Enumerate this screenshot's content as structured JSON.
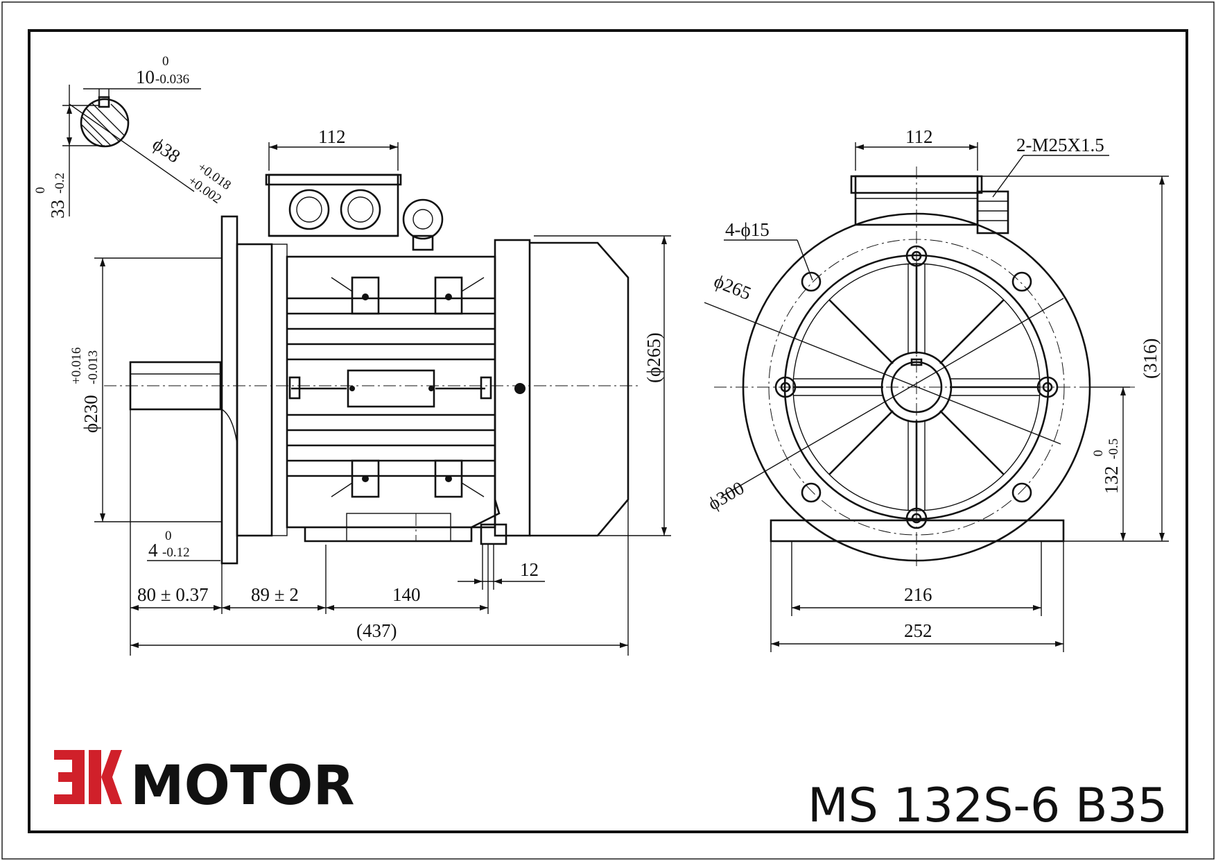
{
  "brand": {
    "name": "MOTOR",
    "logo_color": "#d0202a",
    "text_color": "#111111"
  },
  "model": "MS 132S-6 B35",
  "side_view": {
    "dims": {
      "tb_width": "112",
      "flange_dia": "ϕ230",
      "flange_tol_plus": "+0.016",
      "flange_tol_minus": "-0.013",
      "body_dia": "(ϕ265)",
      "flange_thick": "4",
      "flange_thick_tol_upper": "0",
      "flange_thick_tol_lower": "-0.12",
      "shaft_len": "80 ± 0.37",
      "shaft_to_foot": "89 ± 2",
      "foot_span": "140",
      "foot_hole": "12",
      "total_len": "(437)"
    }
  },
  "shaft_section": {
    "key_width": "10",
    "key_tol_upper": "0",
    "key_tol_lower": "-0.036",
    "shaft_dia": "ϕ38",
    "shaft_tol_upper": "+0.018",
    "shaft_tol_lower": "+0.002",
    "key_height": "33",
    "key_height_tol_upper": "0",
    "key_height_tol_lower": "-0.2"
  },
  "front_view": {
    "dims": {
      "tb_width": "112",
      "cable_gland": "2-M25X1.5",
      "holes": "4-ϕ15",
      "pcd": "ϕ265",
      "flange_outer": "ϕ300",
      "height_total": "(316)",
      "shaft_height": "132",
      "shaft_height_tol_upper": "0",
      "shaft_height_tol_lower": "-0.5",
      "foot_holes_span": "216",
      "foot_width": "252"
    }
  }
}
